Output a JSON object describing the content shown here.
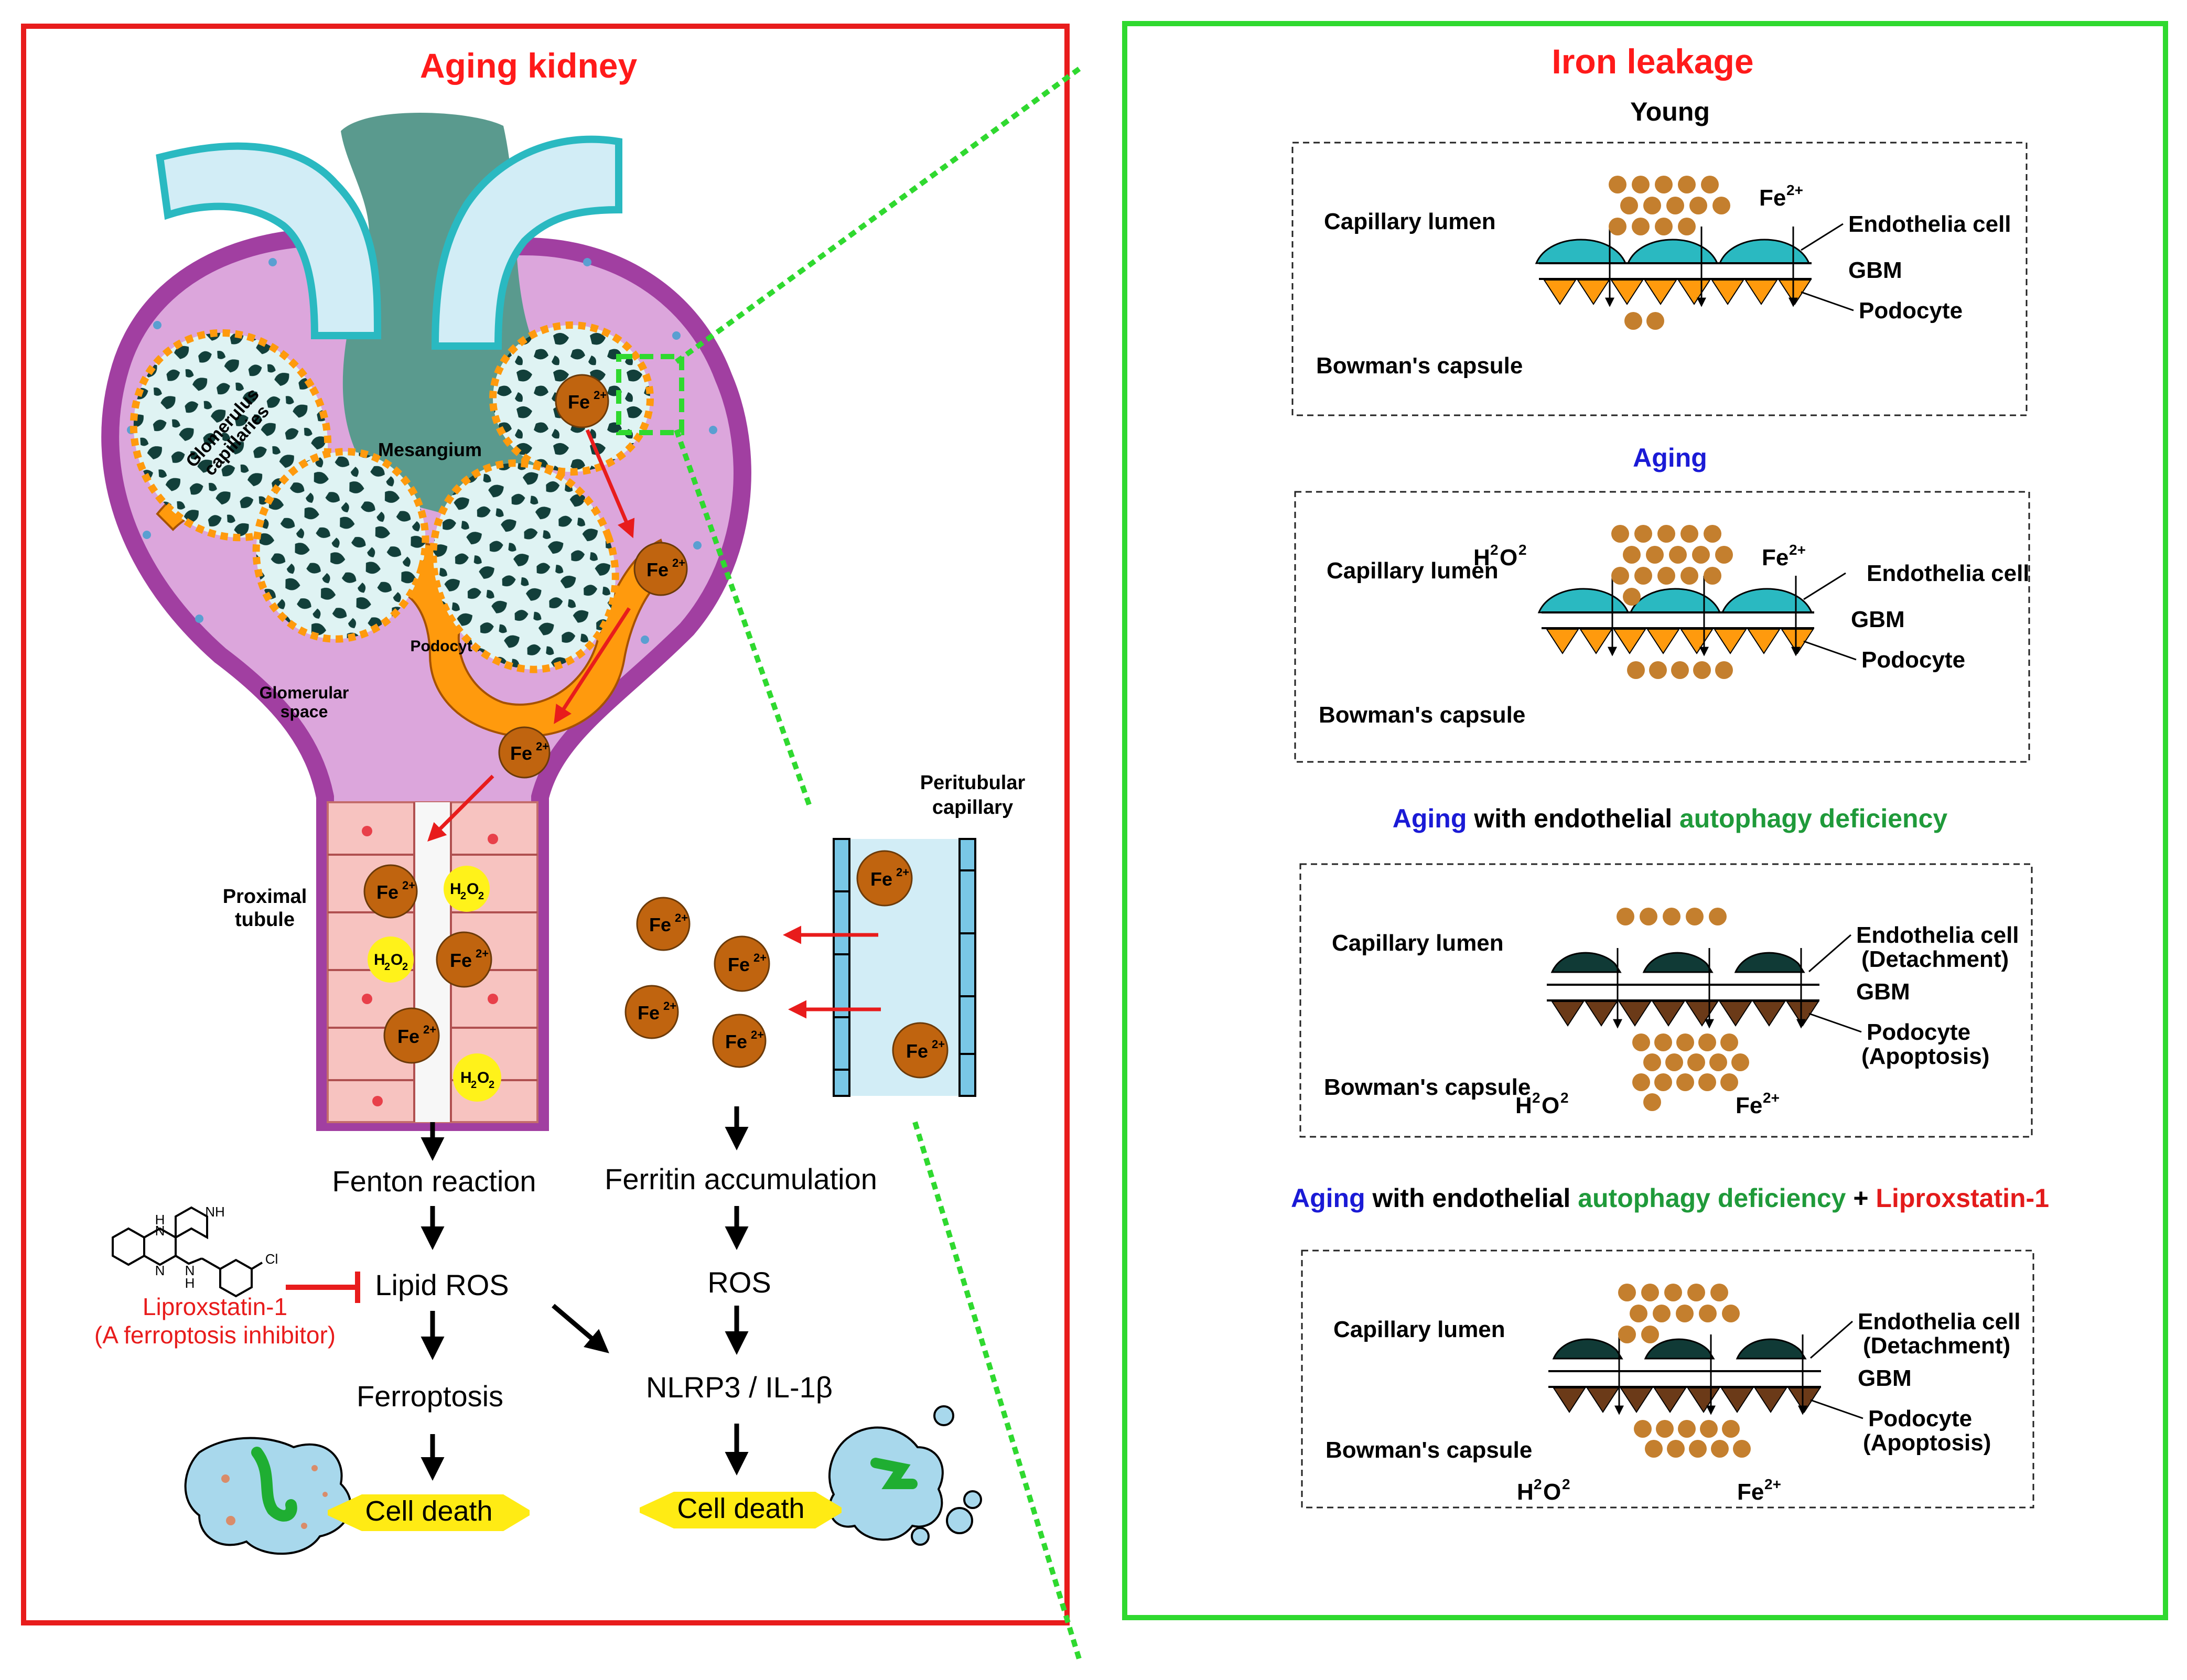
{
  "left_panel": {
    "title": "Aging kidney",
    "labels": {
      "glomerulus_capillaries_1": "Glomerulus",
      "glomerulus_capillaries_2": "capillaries",
      "mesangium": "Mesangium",
      "podocyte": "Podocyte",
      "glomerular_space_1": "Glomerular",
      "glomerular_space_2": "space",
      "proximal_tubule_1": "Proximal",
      "proximal_tubule_2": "tubule",
      "peritubular_capillary_1": "Peritubular",
      "peritubular_capillary_2": "capillary"
    },
    "ions": {
      "fe_base": "Fe",
      "fe_charge": "2+",
      "h2o2_h": "H",
      "h2o2_o": "O",
      "h2o2_sub": "2"
    },
    "pathway_left": {
      "step1": "Fenton reaction",
      "step2": "Lipid ROS",
      "step3": "Ferroptosis",
      "outcome": "Cell death"
    },
    "pathway_right": {
      "step1": "Ferritin accumulation",
      "step2": "ROS",
      "step3": "NLRP3 / IL-1β",
      "outcome": "Cell death"
    },
    "inhibitor": {
      "name": "Liproxstatin-1",
      "description": "(A ferroptosis inhibitor)",
      "structure_labels": {
        "nh_top": "H",
        "n_top": "N",
        "nh_ring": "NH",
        "n_bottom": "N",
        "h_bottom": "H",
        "nh_bottom_n": "N",
        "cl": "Cl"
      }
    }
  },
  "right_panel": {
    "title": "Iron leakage",
    "panels": [
      {
        "heading_parts": [
          {
            "text": "Young",
            "color": "#000000"
          }
        ],
        "labels": {
          "capillary_lumen": "Capillary lumen",
          "endothelia": "Endothelia cell",
          "gbm": "GBM",
          "podocyte": "Podocyte",
          "bowman": "Bowman's capsule",
          "fe": "Fe",
          "fe_charge": "2+"
        }
      },
      {
        "heading_parts": [
          {
            "text": "Aging",
            "color": "#1a1ad6"
          }
        ],
        "labels": {
          "capillary_lumen": "Capillary lumen",
          "h2o2": "H",
          "h2o2_mid": "O",
          "h2o2_sup": "2",
          "fe": "Fe",
          "fe_charge": "2+",
          "endothelia": "Endothelia cell",
          "gbm": "GBM",
          "podocyte": "Podocyte",
          "bowman": "Bowman's capsule"
        }
      },
      {
        "heading_parts": [
          {
            "text": "Aging",
            "color": "#1a1ad6"
          },
          {
            "text": " with endothelial ",
            "color": "#000000"
          },
          {
            "text": "autophagy deficiency",
            "color": "#1f9a3a"
          }
        ],
        "labels": {
          "capillary_lumen": "Capillary lumen",
          "endothelia": "Endothelia cell",
          "endothelia_sub": "(Detachment)",
          "gbm": "GBM",
          "podocyte": "Podocyte",
          "podocyte_sub": "(Apoptosis)",
          "bowman": "Bowman's capsule",
          "h2o2": "H",
          "h2o2_mid": "O",
          "h2o2_sup": "2",
          "fe": "Fe",
          "fe_charge": "2+"
        }
      },
      {
        "heading_parts": [
          {
            "text": "Aging",
            "color": "#1a1ad6"
          },
          {
            "text": " with endothelial ",
            "color": "#000000"
          },
          {
            "text": "autophagy deficiency",
            "color": "#1f9a3a"
          },
          {
            "text": " + ",
            "color": "#000000"
          },
          {
            "text": "Liproxstatin-1",
            "color": "#e31b1b"
          }
        ],
        "labels": {
          "capillary_lumen": "Capillary lumen",
          "endothelia": "Endothelia cell",
          "endothelia_sub": "(Detachment)",
          "gbm": "GBM",
          "podocyte": "Podocyte",
          "podocyte_sub": "(Apoptosis)",
          "bowman": "Bowman's capsule",
          "h2o2": "H",
          "h2o2_mid": "O",
          "h2o2_sup": "2",
          "fe": "Fe",
          "fe_charge": "2+"
        }
      }
    ]
  },
  "colors": {
    "left_border": "#e81c1c",
    "right_border": "#2fd92f",
    "title_red": "#ff1a1a",
    "iron": "#c0640f",
    "h2o2_yellow": "#fff21a",
    "capsule_purple": "#dca6dc",
    "capsule_wall": "#a13fa1",
    "mesangium": "#5a9a8e",
    "podocyte_orange": "#ff9a0d",
    "capillary_blue": "#d2edf6",
    "tubule_pink": "#f7c3c0",
    "endothelial_teal": "#2ab9c1",
    "detached_dark": "#103a36",
    "cell_death_yellow": "#ffeb14",
    "arrow_red": "#e81c1c"
  }
}
